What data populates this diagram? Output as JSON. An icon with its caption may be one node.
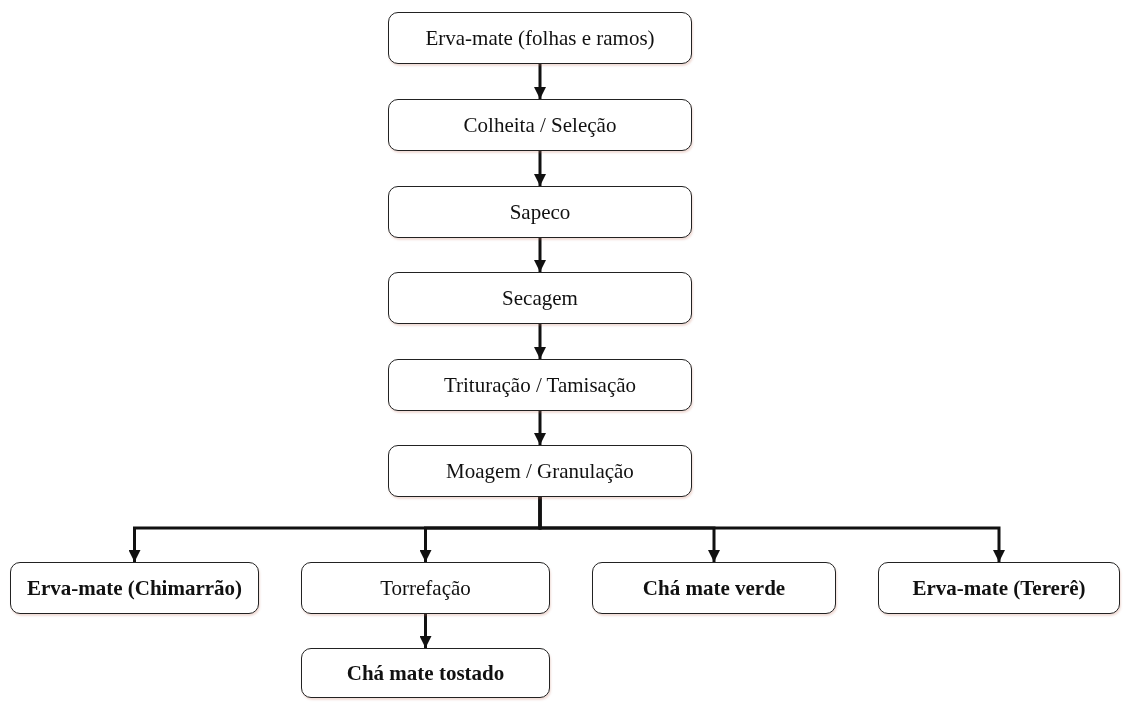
{
  "diagram": {
    "nodes": [
      {
        "text": [
          "Erva-mate (folhas e ramos)"
        ]
      },
      {
        "text": [
          "Colheita / Seleção"
        ]
      },
      {
        "text": [
          "Sapeco"
        ]
      },
      {
        "text": [
          "Secagem"
        ]
      },
      {
        "text": [
          "Trituração / Tamisação"
        ]
      },
      {
        "text": [
          "Moagem / Granulação"
        ]
      },
      {
        "text": [
          "Erva-mate (Chimarrão)"
        ]
      },
      {
        "text": [
          "Torrefação"
        ]
      },
      {
        "text": [
          "Chá mate verde"
        ]
      },
      {
        "text": [
          "Erva-mate (Tererê)"
        ]
      },
      {
        "text": [
          "Chá mate tostado"
        ]
      }
    ],
    "edges": [
      {
        "from": 0,
        "to": 1,
        "arrow": "to"
      },
      {
        "from": 1,
        "to": 2,
        "arrow": "to"
      },
      {
        "from": 2,
        "to": 3,
        "arrow": "to"
      },
      {
        "from": 3,
        "to": 4,
        "arrow": "to"
      },
      {
        "from": 4,
        "to": 5,
        "arrow": "to"
      },
      {
        "from": 5,
        "to": 6,
        "arrow": "to"
      },
      {
        "from": 5,
        "to": 7,
        "arrow": "to"
      },
      {
        "from": 5,
        "to": 8,
        "arrow": "to"
      },
      {
        "from": 5,
        "to": 9,
        "arrow": "to"
      },
      {
        "from": 7,
        "to": 10,
        "arrow": "to"
      }
    ]
  }
}
